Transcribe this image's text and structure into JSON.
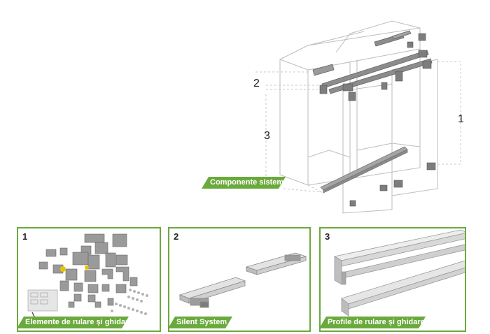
{
  "main_diagram": {
    "callouts": {
      "one": "1",
      "two": "2",
      "three": "3"
    },
    "label": "Componente sistem"
  },
  "panels": [
    {
      "number": "1",
      "label": "Elemente de rulare și ghidare"
    },
    {
      "number": "2",
      "label": "Silent System"
    },
    {
      "number": "3",
      "label": "Profile de rulare și ghidare"
    }
  ],
  "colors": {
    "accent_green": "#6aaa3c",
    "line_gray": "#b0b0b0",
    "part_gray": "#8a8a8a"
  }
}
